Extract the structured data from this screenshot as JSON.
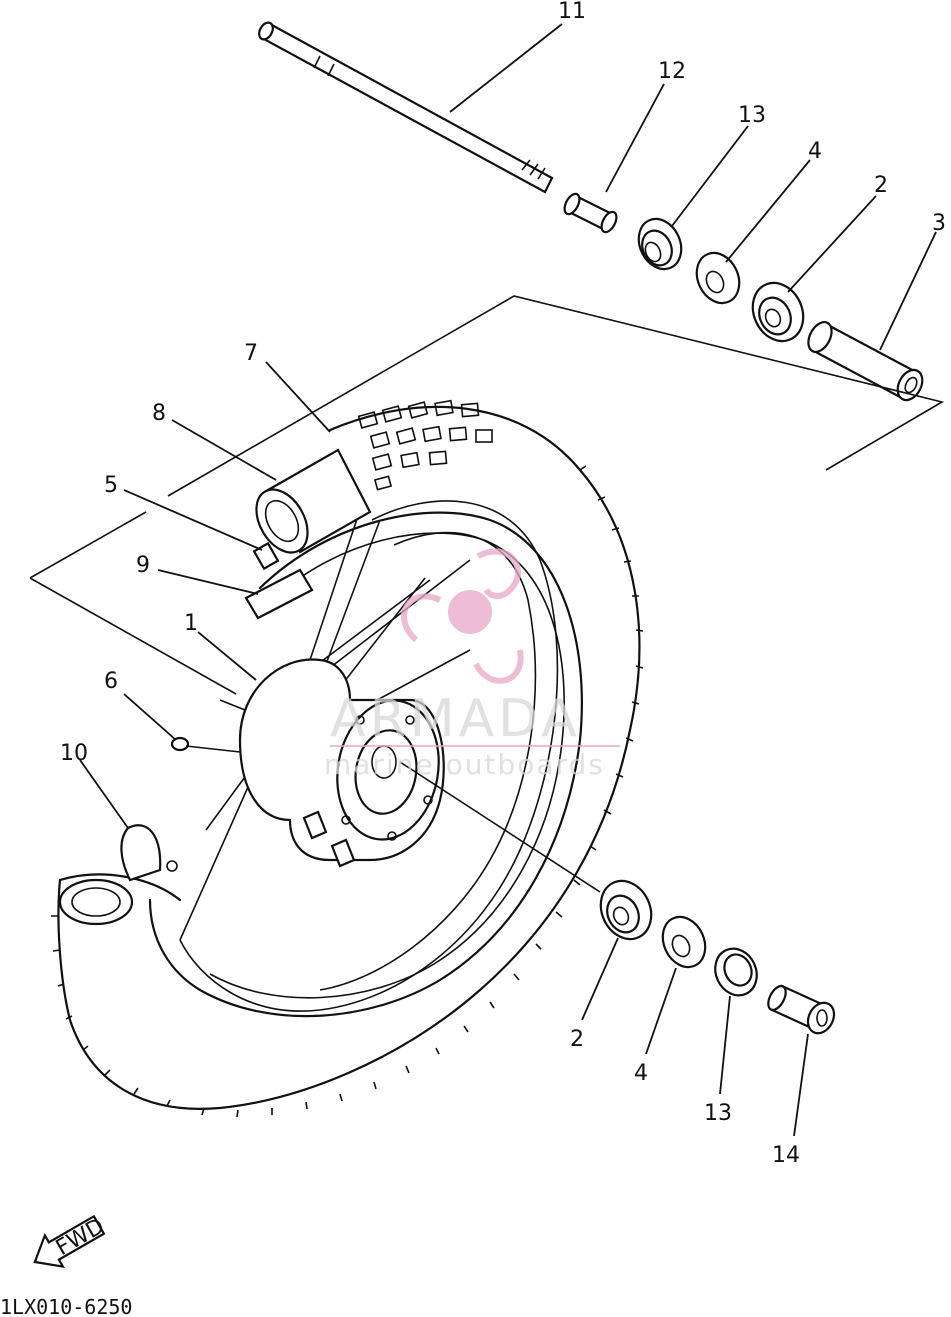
{
  "diagram_code": "1LX010-6250",
  "fwd_label": "FWD",
  "watermark": {
    "brand": "ARMADA",
    "tagline": "marine outboards",
    "color": "#e8a6c8"
  },
  "callouts": [
    {
      "id": "c11",
      "label": "11"
    },
    {
      "id": "c12",
      "label": "12"
    },
    {
      "id": "c13a",
      "label": "13"
    },
    {
      "id": "c4a",
      "label": "4"
    },
    {
      "id": "c2a",
      "label": "2"
    },
    {
      "id": "c3",
      "label": "3"
    },
    {
      "id": "c7",
      "label": "7"
    },
    {
      "id": "c8",
      "label": "8"
    },
    {
      "id": "c5",
      "label": "5"
    },
    {
      "id": "c9",
      "label": "9"
    },
    {
      "id": "c1",
      "label": "1"
    },
    {
      "id": "c6",
      "label": "6"
    },
    {
      "id": "c10",
      "label": "10"
    },
    {
      "id": "c2b",
      "label": "2"
    },
    {
      "id": "c4b",
      "label": "4"
    },
    {
      "id": "c13b",
      "label": "13"
    },
    {
      "id": "c14",
      "label": "14"
    }
  ]
}
